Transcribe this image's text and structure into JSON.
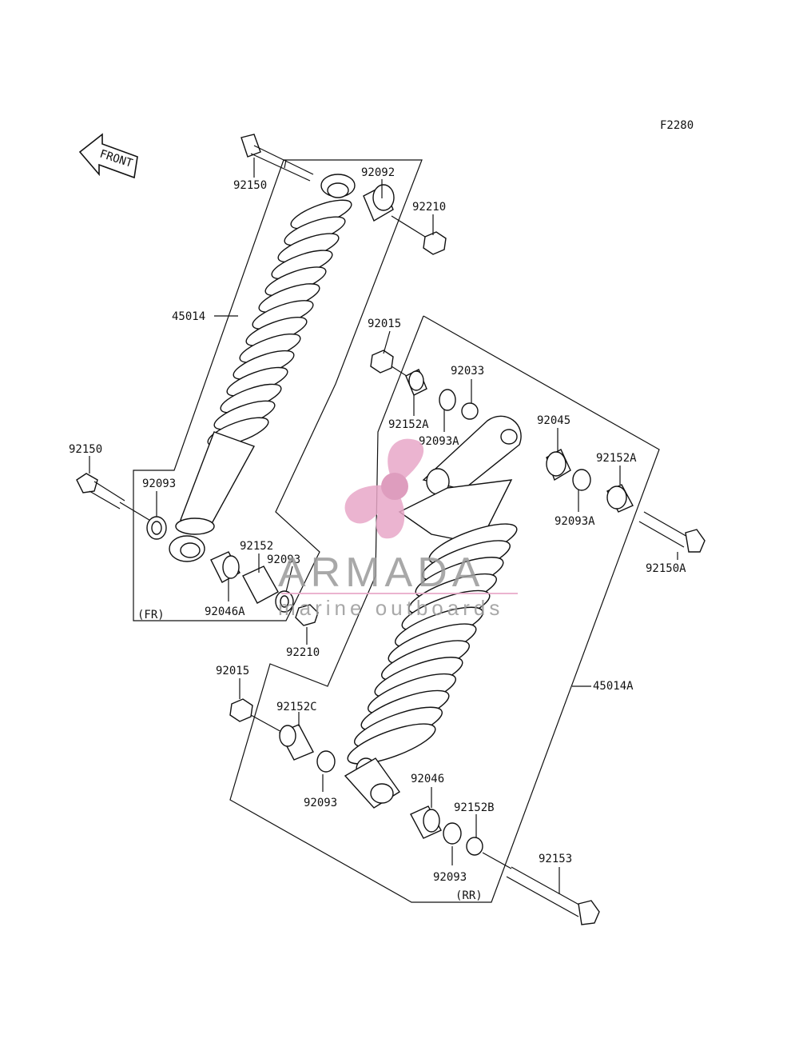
{
  "figure_id": "F2280",
  "front_arrow": "FRONT",
  "group_fr": "(FR)",
  "group_rr": "(RR)",
  "labels": {
    "l92150_top": "92150",
    "l92092": "92092",
    "l92210_top": "92210",
    "l45014": "45014",
    "l92015_mid": "92015",
    "l92033": "92033",
    "l92152a_left": "92152A",
    "l92093a_left": "92093A",
    "l92045": "92045",
    "l92152a_right": "92152A",
    "l92093a_right": "92093A",
    "l92150_left": "92150",
    "l92093_fr": "92093",
    "l92152": "92152",
    "l92093_fr2": "92093",
    "l92046a": "92046A",
    "l92210_fr": "92210",
    "l92150a": "92150A",
    "l45014a": "45014A",
    "l92015_low": "92015",
    "l92152c": "92152C",
    "l92093_rr": "92093",
    "l92046": "92046",
    "l92152b": "92152B",
    "l92093_rr2": "92093",
    "l92153": "92153"
  },
  "watermark": {
    "title": "ARMADA",
    "subtitle": "marine outboards",
    "color_logo": "#e8a8c8"
  }
}
